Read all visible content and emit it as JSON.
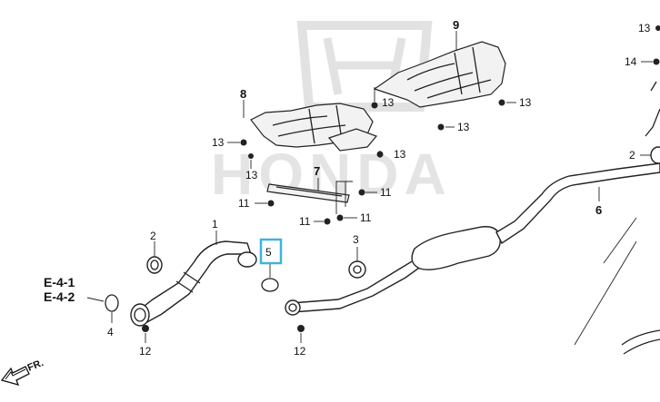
{
  "watermark": {
    "brand_text": "HONDA",
    "logo_icon": "honda-h-logo-icon"
  },
  "callouts": {
    "c1": "1",
    "c2a": "2",
    "c2b": "2",
    "c3": "3",
    "c4": "4",
    "c5": "5",
    "c6": "6",
    "c7": "7",
    "c8": "8",
    "c9": "9",
    "c11a": "11",
    "c11b": "11",
    "c11c": "11",
    "c11d": "11",
    "c12a": "12",
    "c12b": "12",
    "c13a": "13",
    "c13b": "13",
    "c13c": "13",
    "c13d": "13",
    "c13e": "13",
    "c13f": "13",
    "c13g": "13",
    "c14": "14"
  },
  "references": {
    "ref1": "E-4-1",
    "ref2": "E-4-2"
  },
  "direction": {
    "label": "FR."
  },
  "highlight": {
    "part": "5",
    "color": "#3fb3df"
  }
}
